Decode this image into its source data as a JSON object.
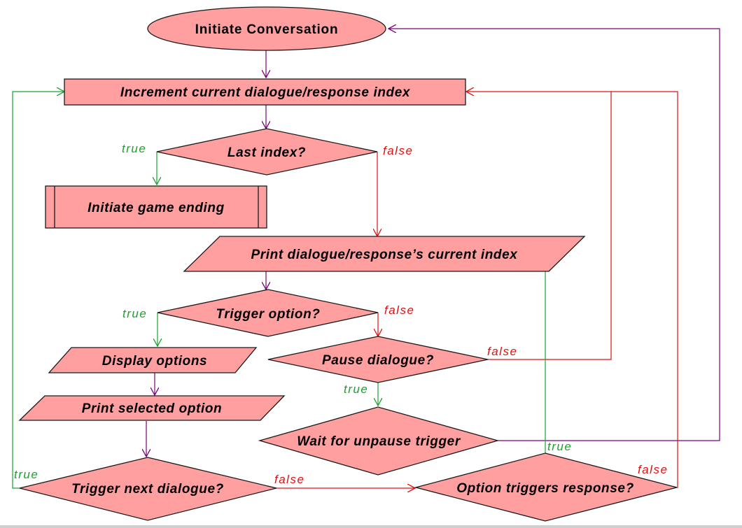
{
  "nodes": {
    "start": "Initiate Conversation",
    "increment": "Increment current dialogue/response index",
    "last_index": "Last index?",
    "game_ending": "Initiate game ending",
    "print_index": "Print dialogue/response’s current index",
    "trigger_option": "Trigger option?",
    "display_options": "Display options",
    "pause_dialogue": "Pause dialogue?",
    "print_selected": "Print selected option",
    "wait_unpause": "Wait for unpause trigger",
    "trigger_next": "Trigger next dialogue?",
    "option_response": "Option triggers response?"
  },
  "labels": {
    "true": "true",
    "false": "false"
  },
  "colors": {
    "node_fill": "#ff9f9f",
    "flow": "#7a007a",
    "true": "#1aa32c",
    "false": "#e01010"
  }
}
